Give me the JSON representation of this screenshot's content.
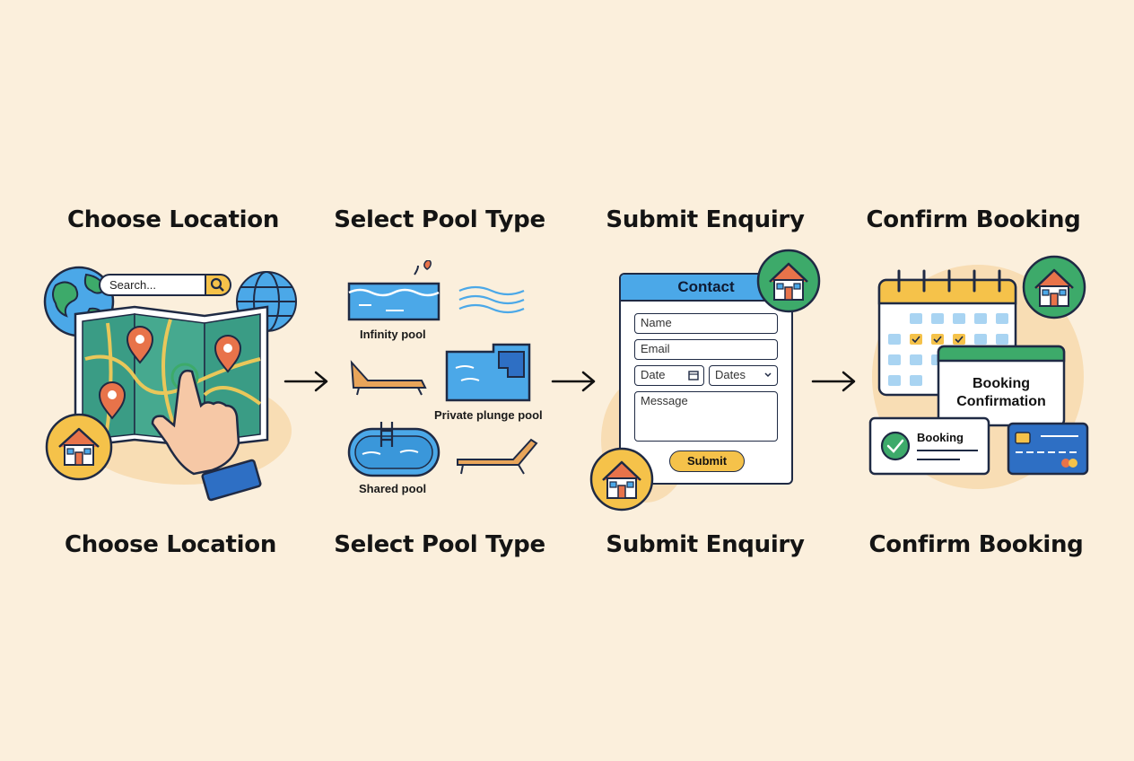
{
  "steps": [
    {
      "title": "Choose Location",
      "bottom_title": "Choose Location"
    },
    {
      "title": "Select Pool Type",
      "bottom_title": "Select Pool Type"
    },
    {
      "title": "Submit Enquiry",
      "bottom_title": "Submit Enquiry"
    },
    {
      "title": "Confirm Booking",
      "bottom_title": "Confirm Booking"
    }
  ],
  "location": {
    "search_placeholder": "Search..."
  },
  "pools": {
    "infinity": "Infinity pool",
    "private": "Private plunge pool",
    "shared": "Shared pool"
  },
  "contact": {
    "header": "Contact",
    "name": "Name",
    "email": "Email",
    "date": "Date",
    "dates": "Dates",
    "message": "Message",
    "submit": "Submit"
  },
  "booking": {
    "confirmation_line1": "Booking",
    "confirmation_line2": "Confirmation",
    "card_label": "Booking"
  },
  "colors": {
    "background": "#FBEFDC",
    "blue": "#4BA8E8",
    "yellow": "#F5C24A",
    "green": "#3DAA6A",
    "map_green": "#3A9C85",
    "orange": "#E8734A",
    "outline": "#1f2a44"
  }
}
